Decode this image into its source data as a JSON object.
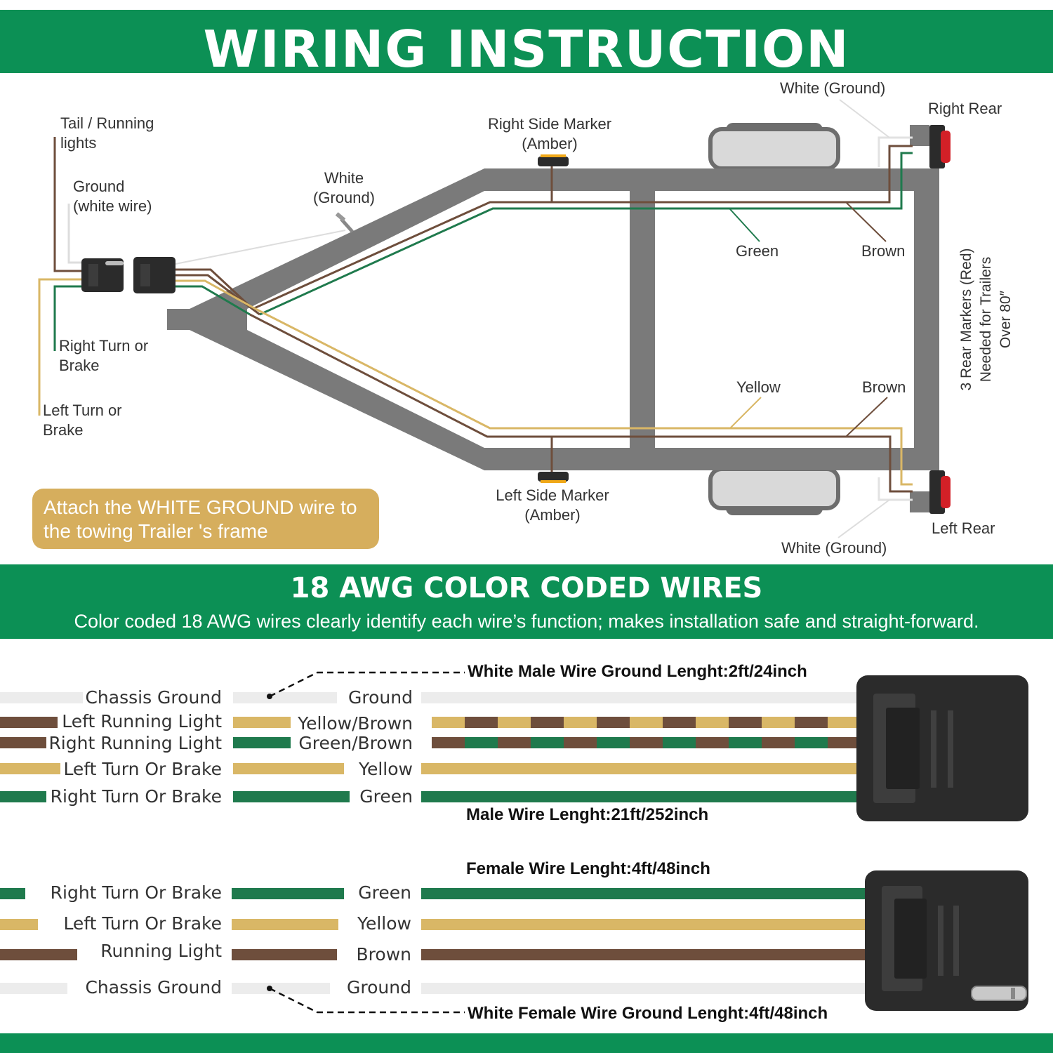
{
  "title": "WIRING INSTRUCTION",
  "diagram": {
    "tail_running_label": "Tail / Running\nlights",
    "ground_label": "Ground\n(white wire)",
    "right_turn_label": "Right Turn or\nBrake",
    "left_turn_label": "Left Turn or\nBrake",
    "white_ground_center": "White\n(Ground)",
    "right_side_marker": "Right Side Marker\n(Amber)",
    "left_side_marker": "Left Side Marker\n(Amber)",
    "white_ground_top": "White (Ground)",
    "white_ground_bottom": "White (Ground)",
    "right_rear": "Right Rear",
    "left_rear": "Left Rear",
    "green_label": "Green",
    "brown_top_label": "Brown",
    "yellow_label": "Yellow",
    "brown_bottom_label": "Brown",
    "rear_markers_note": "3 Rear Markers (Red)\nNeeded for Trailers\nOver 80″",
    "attach_note": "Attach the WHITE GROUND wire to the towing Trailer 's frame"
  },
  "section2": {
    "heading": "18 AWG COLOR CODED WIRES",
    "subtitle": "Color coded 18 AWG wires clearly identify each wire’s function; makes installation safe and straight-forward."
  },
  "male": {
    "ground_length": "White Male Wire Ground Lenght:2ft/24inch",
    "wire_length": "Male Wire Lenght:21ft/252inch",
    "rows": [
      {
        "function": "Chassis Ground",
        "color_name": "Ground"
      },
      {
        "function": "Left Running Light",
        "color_name": "Yellow/Brown"
      },
      {
        "function": "Right Running Light",
        "color_name": "Green/Brown"
      },
      {
        "function": "Left Turn Or Brake",
        "color_name": "Yellow"
      },
      {
        "function": "Right Turn Or Brake",
        "color_name": "Green"
      }
    ]
  },
  "female": {
    "wire_length": "Female Wire Lenght:4ft/48inch",
    "ground_length": "White Female Wire Ground Lenght:4ft/48inch",
    "rows": [
      {
        "function": "Right Turn Or Brake",
        "color_name": "Green"
      },
      {
        "function": "Left Turn Or Brake",
        "color_name": "Yellow"
      },
      {
        "function": "Running Light",
        "color_name": "Brown"
      },
      {
        "function": "Chassis Ground",
        "color_name": "Ground"
      }
    ]
  },
  "colors": {
    "brand_green": "#0c9055",
    "frame_gray": "#7a7a7a",
    "wire_white": "#e3e3e3",
    "wire_brown": "#6e4e3c",
    "wire_yellow": "#d9b766",
    "wire_green": "#1f7a4d",
    "note_gold": "#d6ae5d",
    "connector_black": "#2b2b2b",
    "amber": "#f0a818",
    "red": "#d32027"
  }
}
